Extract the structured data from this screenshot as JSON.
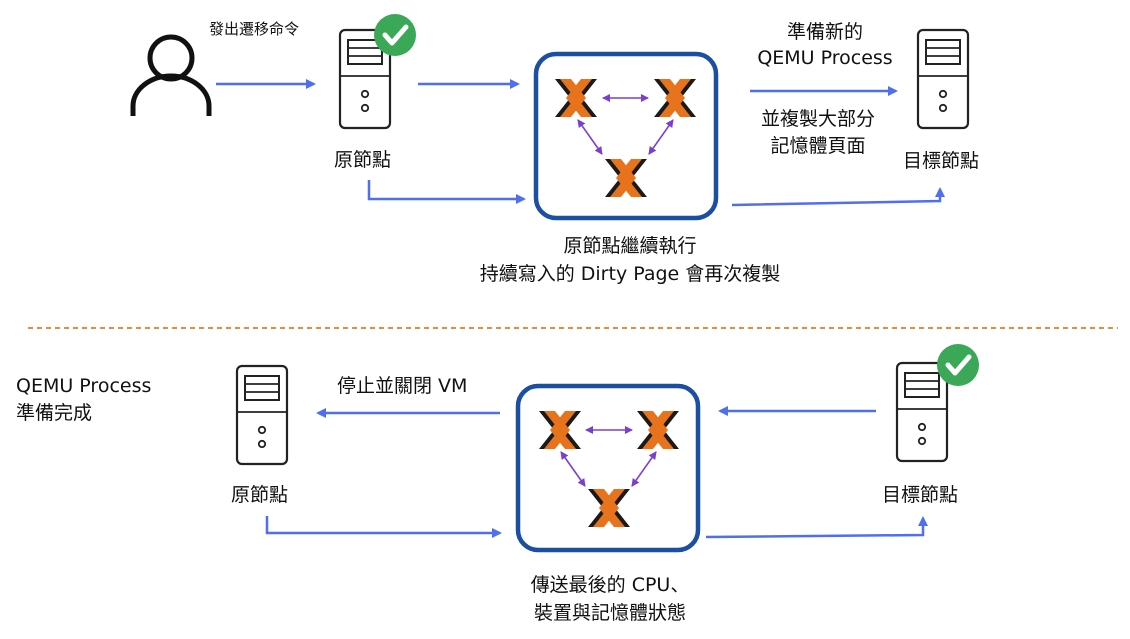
{
  "colors": {
    "arrow": "#4f6ff0",
    "cluster_border": "#1a4fa3",
    "cluster_link": "#7a3fd0",
    "divider": "#f08a3a",
    "check": "#3aa857",
    "logo_orange": "#e8731d",
    "logo_black": "#1a1a1a",
    "icon_stroke": "#222222"
  },
  "icons": {
    "user": "user-icon",
    "server": "server-icon",
    "check": "check-badge-icon",
    "proxmox": "proxmox-logo-icon"
  },
  "top": {
    "user_command": "發出遷移命令",
    "source_node": "原節點",
    "target_node": "目標節點",
    "prepare_line1": "準備新的",
    "prepare_line2": "QEMU Process",
    "copy_line1": "並複製大部分",
    "copy_line2": "記憶體頁面",
    "continue_line1": "原節點繼續執行",
    "continue_line2": "持續寫入的 Dirty Page 會再次複製"
  },
  "bottom": {
    "qemu_ready_line1": "QEMU Process",
    "qemu_ready_line2": "準備完成",
    "stop_vm": "停止並關閉 VM",
    "source_node": "原節點",
    "target_node": "目標節點",
    "final_line1": "傳送最後的 CPU、",
    "final_line2": "裝置與記憶體狀態"
  }
}
